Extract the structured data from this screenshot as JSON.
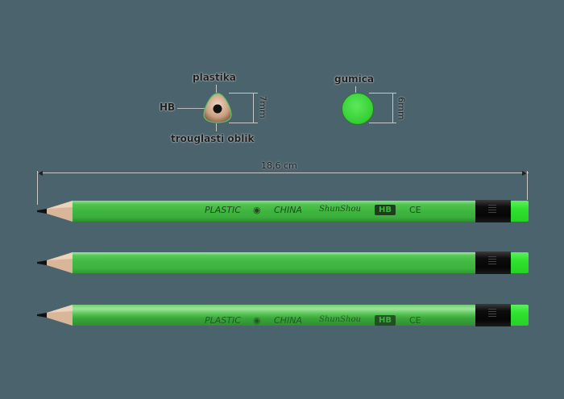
{
  "cross_section": {
    "top_label": "plastika",
    "left_label": "HB",
    "bottom_label": "trouglasti oblik",
    "dimension": "7mm"
  },
  "eraser_section": {
    "top_label": "gumica",
    "dimension": "6mm"
  },
  "length_dimension": "18,6 cm",
  "pencil_imprint": {
    "material": "PLASTIC",
    "recycle_icon": "triangle-recycle-icon",
    "origin": "CHINA",
    "brand": "ShunShou",
    "grade": "HB",
    "mark": "CE"
  },
  "colors": {
    "background": "#4b636d",
    "pencil_green": "#3fb640",
    "eraser_green": "#2fe22e",
    "ferrule": "#0d0d0d",
    "wood": "#d9b59a",
    "dimension_line": "#c8c8c8"
  }
}
